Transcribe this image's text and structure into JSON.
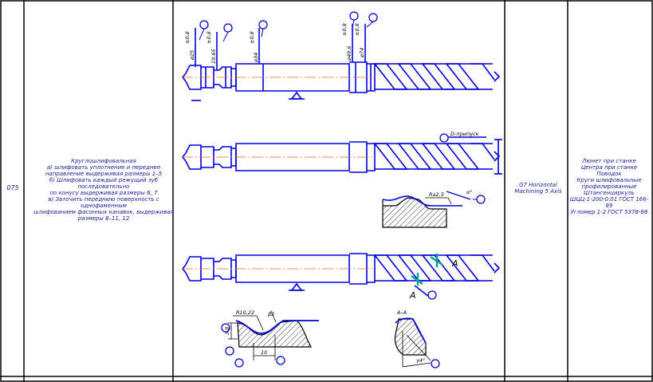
{
  "operation": {
    "number": "075",
    "description": "Круглошлифовальная\nа) шлифовать уплотнение и переднее\nнаправление выдерживая размеры 1–5\nб) Шлифовать каждый режущий зуб последовательно\nпо конусу выдерживая размеры 6, 7\nв) Заточить переднюю поверхность с однофаменным\nшлифованием фасонных канавок, выдерживая\nразмеры 8–11, 12",
    "machine": "G7 Horizontal\nMachining 5 Axis",
    "tooling": "Люнет при станке\nЦентра при станке\nПоводок\nКруги шлифовальные\nпрофилированные\nШтангенциркуль\nШЦЦ-1-200-0.01 ГОСТ 166-89\nУгломер 1-2 ГОСТ 5378-88"
  },
  "dimensions": {
    "d1": "ø25",
    "d2": "19,65",
    "d3": "ø34",
    "d4": "ø49,6",
    "d5": "ø74",
    "tol": "±0,8",
    "allowance": "D-припуск",
    "roughness": "Ra2,5",
    "alpha": "α°",
    "radius1": "R10,22",
    "angle2": "β2",
    "depth": "3,8",
    "length": "10",
    "section": "А–А",
    "gamma": "γ4°",
    "section_mark": "А"
  },
  "colors": {
    "line": "#0000e0",
    "axis": "#ff6600",
    "accent": "#00a0a0",
    "text": "#1a1aa0"
  }
}
